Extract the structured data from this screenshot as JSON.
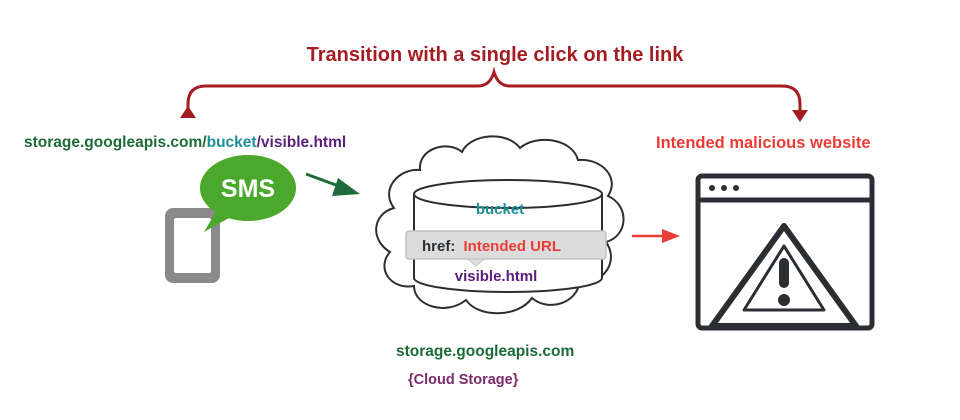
{
  "top_label": "Transition with a single click on the link",
  "left_url": {
    "domain": "storage.googleapis.com/",
    "bucket": "bucket",
    "sep": "/",
    "file": "visible.html"
  },
  "sms_label": "SMS",
  "cloud": {
    "bucket_label": "bucket",
    "href_key": "href:",
    "href_value": "Intended URL",
    "file_label": "visible.html"
  },
  "right_label": "Intended malicious website",
  "bottom": {
    "domain": "storage.googleapis.com",
    "sub": "{Cloud Storage}"
  },
  "colors": {
    "dark_red": "#a51d22",
    "green": "#1d6b39",
    "teal": "#1c8f97",
    "purple": "#5a1f78",
    "red": "#ea3c34",
    "sms_green": "#4aa82c",
    "grey": "#8a8a8a",
    "dark": "#2b2f33"
  },
  "icons": [
    "phone-icon",
    "sms-bubble-icon",
    "cloud-icon",
    "database-icon",
    "browser-window-icon",
    "warning-triangle-icon"
  ]
}
